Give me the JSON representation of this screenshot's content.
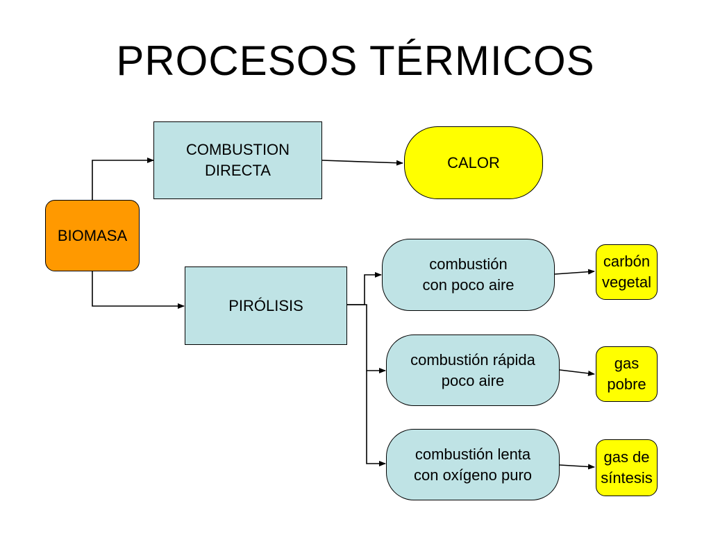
{
  "title": "PROCESOS TÉRMICOS",
  "nodes": {
    "biomasa": "BIOMASA",
    "combustion_directa": "COMBUSTION\nDIRECTA",
    "calor": "CALOR",
    "pirolisis": "PIRÓLISIS",
    "poco_aire": "combustión\ncon poco aire",
    "rapida": "combustión rápida\npoco aire",
    "lenta": "combustión lenta\ncon oxígeno puro",
    "carbon": "carbón\nvegetal",
    "gas_pobre": "gas\npobre",
    "gas_sintesis": "gas de\nsíntesis"
  },
  "colors": {
    "box_blue": "#bfe3e5",
    "biomasa_orange": "#ff9900",
    "output_yellow": "#ffff00"
  }
}
